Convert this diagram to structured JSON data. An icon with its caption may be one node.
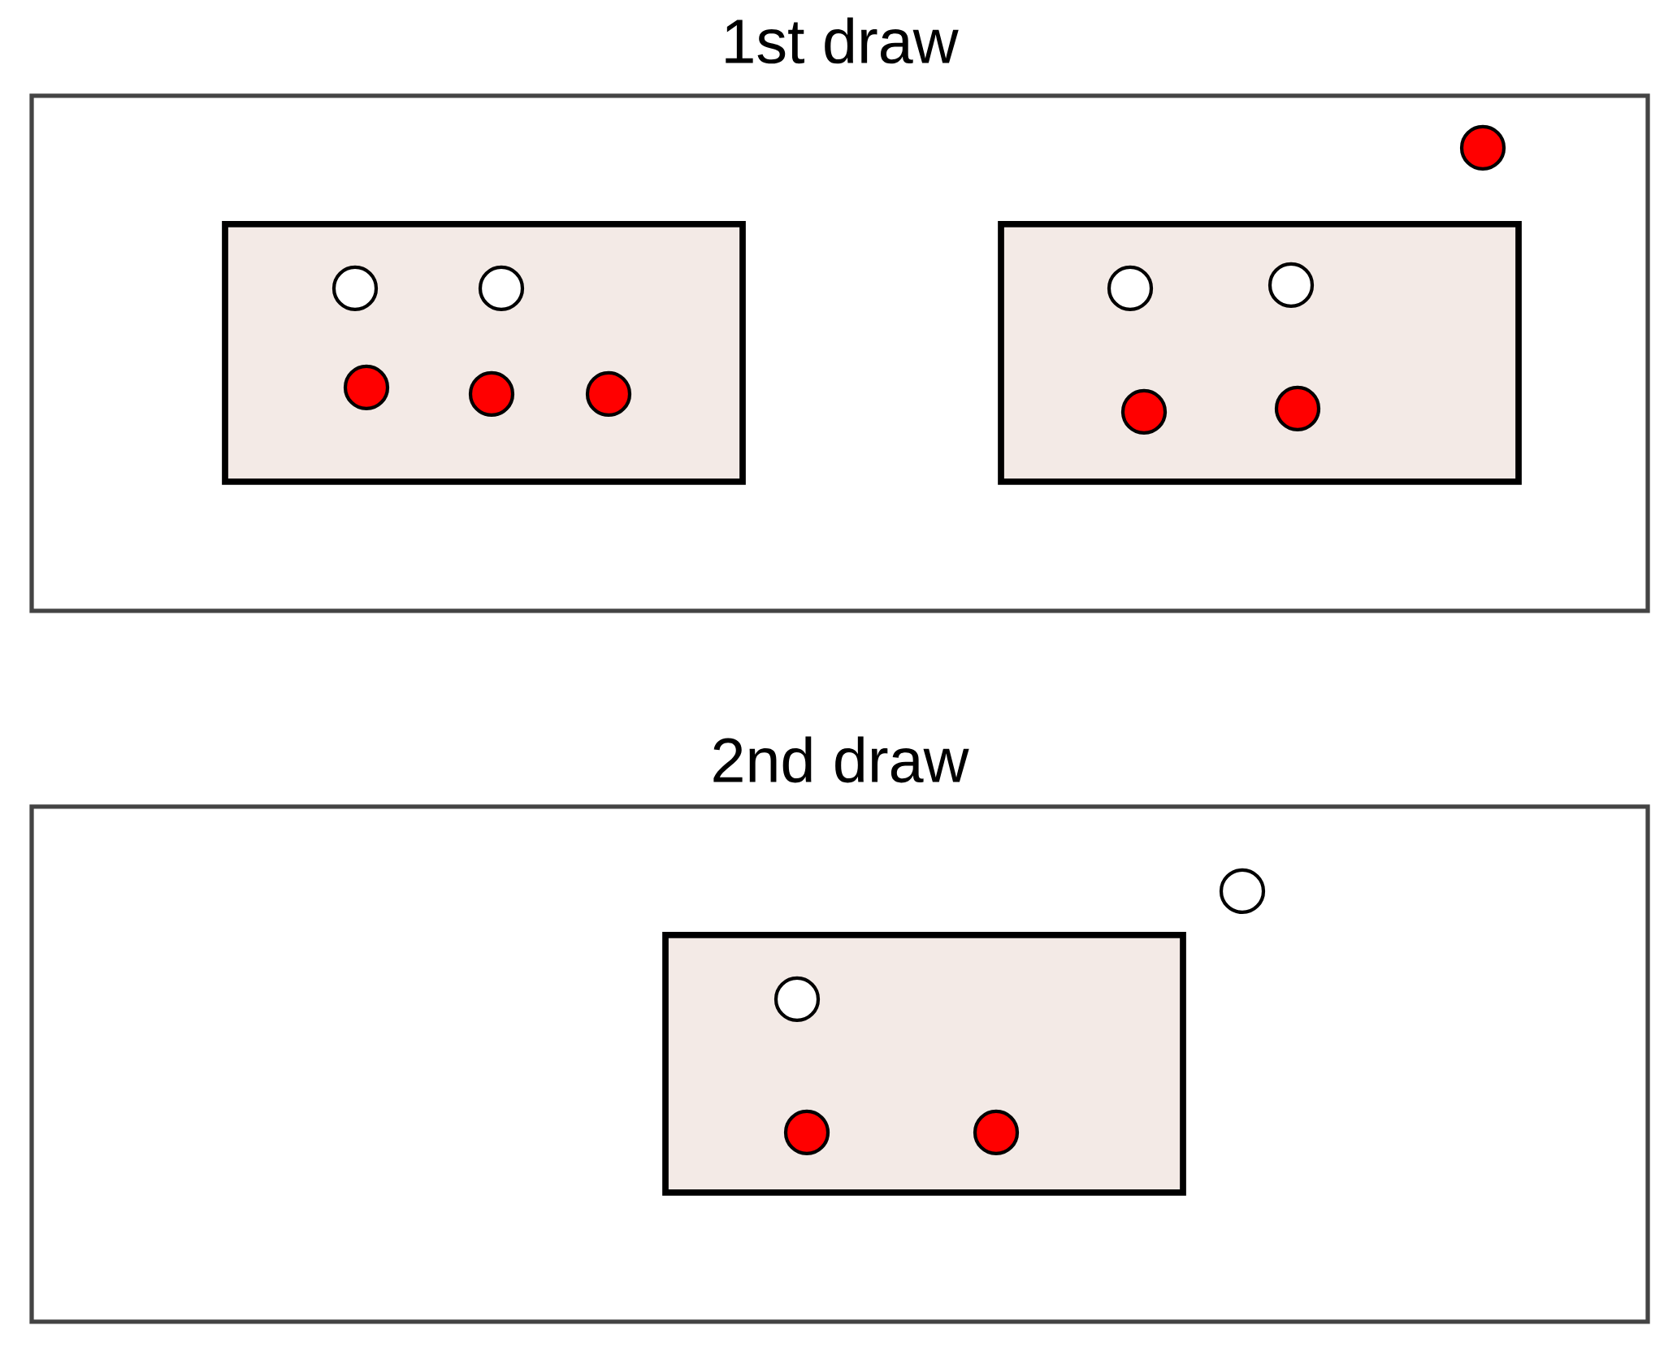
{
  "diagram": {
    "nodes": [
      {
        "text": [
          "1st draw"
        ]
      },
      {
        "text": [],
        "shape": "box",
        "in": 0
      },
      {
        "text": [],
        "shape": "box",
        "in": 0
      },
      {
        "text": [
          "2nd draw"
        ]
      },
      {
        "text": [],
        "shape": "box",
        "in": 3
      }
    ]
  }
}
